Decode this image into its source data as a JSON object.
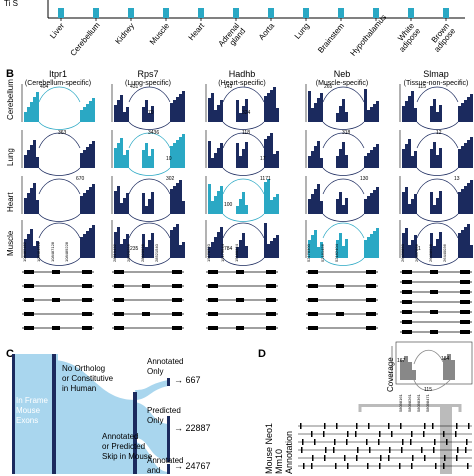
{
  "panelA": {
    "ylabel": "Ti\nS",
    "categories": [
      "Liver",
      "Cerebellum",
      "Kidney",
      "Muscle",
      "Heart",
      "Adrenal gland",
      "Aorta",
      "Lung",
      "Brainstem",
      "Hypothalamus",
      "White adipose",
      "Brown adipose"
    ]
  },
  "panelB": {
    "letter": "B",
    "tissues": [
      "Cerebellum",
      "Lung",
      "Heart",
      "Muscle"
    ],
    "genes": [
      {
        "name": "Itpr1",
        "spec": "(Cerebellum-specific)",
        "counts": [
          "404",
          "363",
          "670"
        ],
        "coords": [
          "108482452",
          "108484528",
          "108487128",
          "108489228"
        ]
      },
      {
        "name": "Rps7",
        "spec": "(Lung-specific)",
        "counts": [
          "431",
          "3436",
          "302",
          "235",
          "70",
          "10"
        ],
        "coords": [
          "28519432",
          "28520256",
          "28520928",
          "28521540"
        ]
      },
      {
        "name": "Hadhb",
        "spec": "(Heart-specific)",
        "counts": [
          "143",
          "118",
          "1171",
          "784",
          "324",
          "17",
          "100"
        ],
        "coords": [
          "15178720",
          "15179544",
          "15180324"
        ]
      },
      {
        "name": "Neb",
        "spec": "(Muscle-specific)",
        "counts": [
          "265",
          "318",
          "130"
        ],
        "coords": [
          "52178300",
          "52181456",
          "52182404"
        ]
      },
      {
        "name": "Slmap",
        "spec": "(Tissue-non-specific)",
        "counts": [
          "115",
          "12",
          "13",
          "1"
        ],
        "coords": [
          "26436850",
          "26437856",
          "26438928",
          "26440036"
        ]
      }
    ]
  },
  "panelC": {
    "letter": "C",
    "left_label": "In Frame\nMouse\nExons",
    "top_label": "No Ortholog\nor Constitutive\nin Human",
    "mid_label": "Annotated\nor Predicted\nSkip in Mouse",
    "flows": [
      {
        "label": "Annotated\nOnly",
        "value": "667"
      },
      {
        "label": "Predicted\nOnly",
        "value": "22887"
      },
      {
        "label": "Annotated\nand",
        "value": "24767"
      }
    ]
  },
  "panelD": {
    "letter": "D",
    "coverage_label": "Coverage",
    "counts": [
      "167",
      "184",
      "115"
    ],
    "coords": [
      "58098161",
      "58098261",
      "58098361",
      "58098471"
    ],
    "track_label": "Mouse Neo1\nMm10\nAnnotation"
  },
  "colors": {
    "bar": "#2aa8c4",
    "navy": "#1b2a5e",
    "cyan": "#2aa8c4",
    "sankey": "#a9d6ee",
    "grey": "#8a8a8a"
  }
}
